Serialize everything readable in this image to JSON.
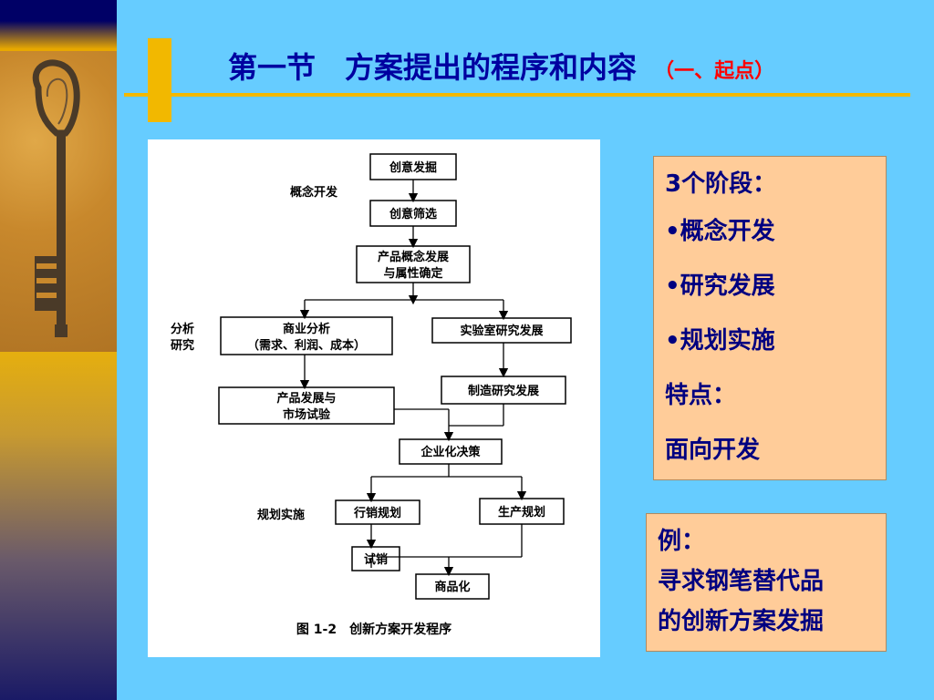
{
  "slide": {
    "title": "第一节　方案提出的程序和内容",
    "title_note": "（一、起点）"
  },
  "figure": {
    "nodes": {
      "n1": "创意发掘",
      "n2": "创意筛选",
      "n3a": "产品概念发展",
      "n3b": "与属性确定",
      "n4a": "商业分析",
      "n4b": "（需求、利润、成本）",
      "n5": "实验室研究发展",
      "n6a": "产品发展与",
      "n6b": "市场试验",
      "n7": "制造研究发展",
      "n8": "企业化决策",
      "n9": "行销规划",
      "n10": "生产规划",
      "n11": "试销",
      "n12": "商品化"
    },
    "stage_labels": {
      "concept": "概念开发",
      "analysis_a": "分析",
      "analysis_b": "研究",
      "planning": "规划实施"
    },
    "caption": "图 1-2　创新方案开发程序"
  },
  "info_box": {
    "lines": [
      "3个阶段：",
      "•概念开发",
      "•研究发展",
      "•规划实施",
      "特点：",
      "面向开发"
    ]
  },
  "example_box": {
    "lines": [
      "例：",
      "寻求钢笔替代品",
      "的创新方案发掘"
    ]
  },
  "colors": {
    "background": "#66ccff",
    "accent": "#f2b800",
    "title": "#0000a0",
    "title_note": "#ff0000",
    "box_fill": "#ffcc99",
    "box_text": "#000080"
  }
}
